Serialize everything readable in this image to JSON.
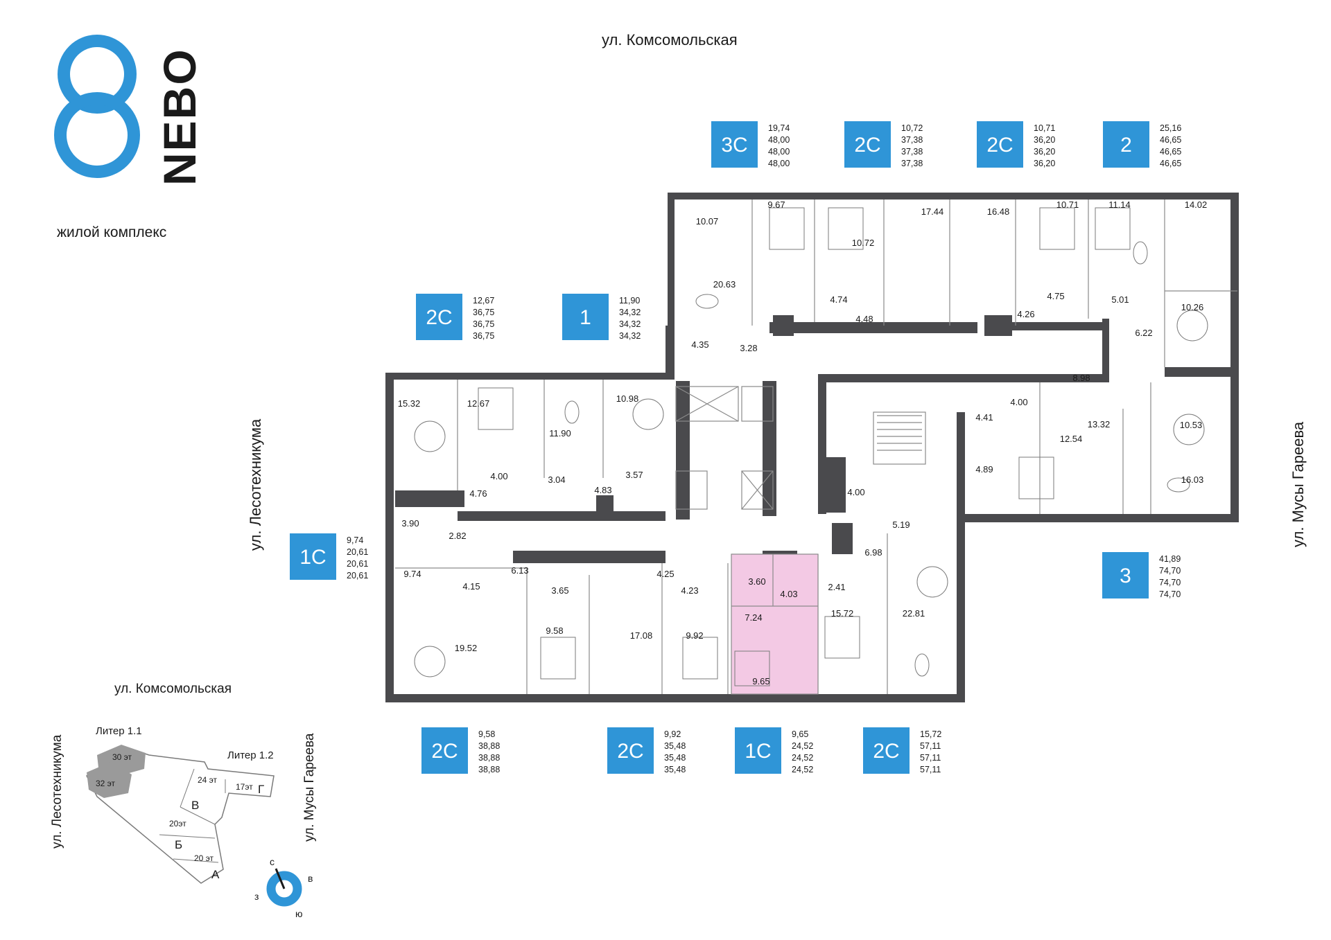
{
  "logo": {
    "digit": "8",
    "name": "NEBO",
    "subtitle": "жилой комплекс",
    "accent_color": "#2f95d7"
  },
  "streets": {
    "north": "ул. Комсомольская",
    "west": "ул. Лесотехникума",
    "east": "ул. Мусы Гареева"
  },
  "highlight_color": "#f3c9e4",
  "badge_color": "#2f95d7",
  "badges": [
    {
      "code": "3С",
      "stats": [
        "19,74",
        "48,00",
        "48,00",
        "48,00"
      ]
    },
    {
      "code": "2С",
      "stats": [
        "10,72",
        "37,38",
        "37,38",
        "37,38"
      ]
    },
    {
      "code": "2С",
      "stats": [
        "10,71",
        "36,20",
        "36,20",
        "36,20"
      ]
    },
    {
      "code": "2",
      "stats": [
        "25,16",
        "46,65",
        "46,65",
        "46,65"
      ]
    },
    {
      "code": "2С",
      "stats": [
        "12,67",
        "36,75",
        "36,75",
        "36,75"
      ]
    },
    {
      "code": "1",
      "stats": [
        "11,90",
        "34,32",
        "34,32",
        "34,32"
      ]
    },
    {
      "code": "1С",
      "stats": [
        "9,74",
        "20,61",
        "20,61",
        "20,61"
      ]
    },
    {
      "code": "3",
      "stats": [
        "41,89",
        "74,70",
        "74,70",
        "74,70"
      ]
    },
    {
      "code": "2С",
      "stats": [
        "9,58",
        "38,88",
        "38,88",
        "38,88"
      ]
    },
    {
      "code": "2С",
      "stats": [
        "9,92",
        "35,48",
        "35,48",
        "35,48"
      ]
    },
    {
      "code": "1С",
      "stats": [
        "9,65",
        "24,52",
        "24,52",
        "24,52"
      ]
    },
    {
      "code": "2С",
      "stats": [
        "15,72",
        "57,11",
        "57,11",
        "57,11"
      ]
    }
  ],
  "rooms": [
    "10.07",
    "9.67",
    "10.72",
    "17.44",
    "16.48",
    "10.71",
    "11.14",
    "14.02",
    "20.63",
    "4.74",
    "4.48",
    "4.75",
    "5.01",
    "10.26",
    "4.26",
    "6.22",
    "4.35",
    "3.28",
    "15.32",
    "12.67",
    "11.90",
    "10.98",
    "4.00",
    "3.04",
    "4.83",
    "3.57",
    "4.76",
    "4.00",
    "8.98",
    "4.41",
    "12.54",
    "13.32",
    "10.53",
    "4.89",
    "16.03",
    "4.00",
    "5.19",
    "3.90",
    "2.82",
    "9.74",
    "4.15",
    "6.13",
    "3.65",
    "4.25",
    "4.23",
    "3.60",
    "4.03",
    "2.41",
    "6.98",
    "7.24",
    "15.72",
    "22.81",
    "9.58",
    "17.08",
    "9.92",
    "9.65",
    "19.52"
  ],
  "site": {
    "street_north": "ул. Комсомольская",
    "street_west": "ул. Лесотехникума",
    "street_east": "ул. Мусы Гареева",
    "liter_11": "Литер 1.1",
    "liter_12": "Литер 1.2",
    "floors": [
      "30 эт",
      "32 эт",
      "24 эт",
      "17эт",
      "20эт",
      "20 эт"
    ],
    "sections": [
      "Г",
      "В",
      "Б",
      "А"
    ]
  },
  "compass": {
    "n": "с",
    "e": "в",
    "s": "ю",
    "w": "з"
  }
}
